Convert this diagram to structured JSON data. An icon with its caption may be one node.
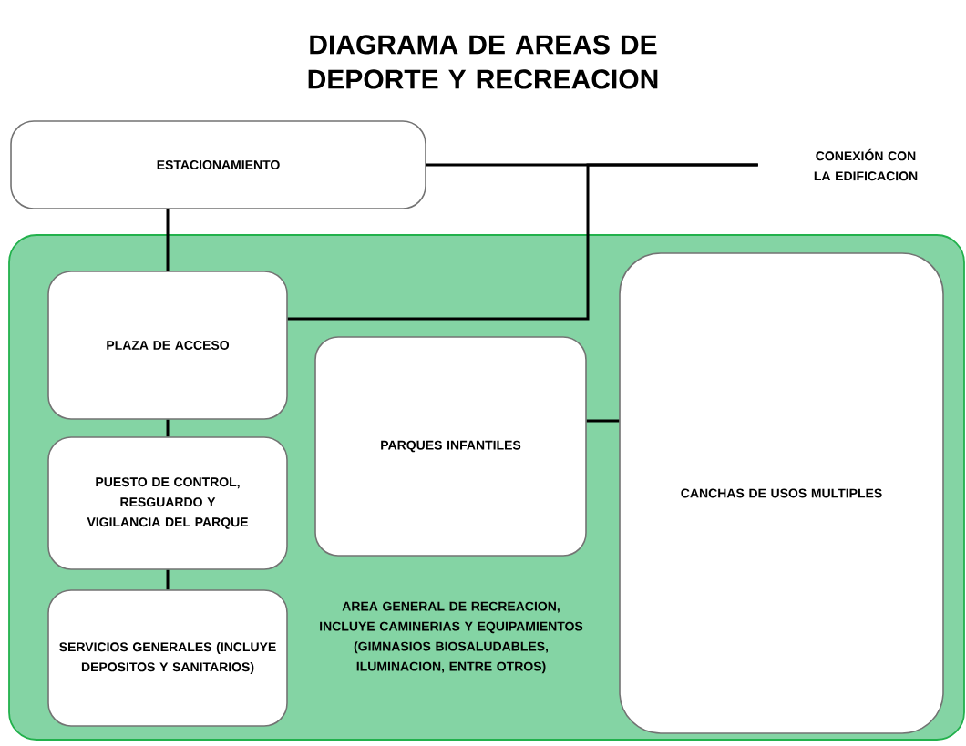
{
  "diagram": {
    "title": "DIAGRAMA DE AREAS DE DEPORTE Y RECREACION",
    "nodes": [
      {
        "text": [
          "ESTACIONAMIENTO"
        ]
      },
      {
        "text": [
          "CONEXIÓN CON LA EDIFICACION"
        ]
      },
      {
        "text": [
          "AREA GENERAL DE RECREACION, INCLUYE CAMINERIAS Y EQUIPAMIENTOS (GIMNASIOS BIOSALUDABLES, ILUMINACION, ENTRE OTROS)"
        ]
      },
      {
        "text": [
          "PLAZA DE ACCESO"
        ],
        "in": 2
      },
      {
        "text": [
          "PUESTO DE CONTROL, RESGUARDO Y VIGILANCIA DEL PARQUE"
        ],
        "in": 2
      },
      {
        "text": [
          "SERVICIOS GENERALES (INCLUYE DEPOSITOS Y SANITARIOS)"
        ],
        "in": 2
      },
      {
        "text": [
          "PARQUES INFANTILES"
        ],
        "in": 2
      },
      {
        "text": [
          "CANCHAS DE USOS MULTIPLES"
        ],
        "in": 2
      }
    ],
    "edges": [
      {
        "from": 0,
        "to": 1,
        "arrow": "none"
      },
      {
        "from": 3,
        "to": 1,
        "arrow": "none"
      },
      {
        "from": 0,
        "to": 3,
        "arrow": "none"
      },
      {
        "from": 3,
        "to": 4,
        "arrow": "none"
      },
      {
        "from": 4,
        "to": 5,
        "arrow": "none"
      },
      {
        "from": 6,
        "to": 7,
        "arrow": "none"
      }
    ]
  }
}
